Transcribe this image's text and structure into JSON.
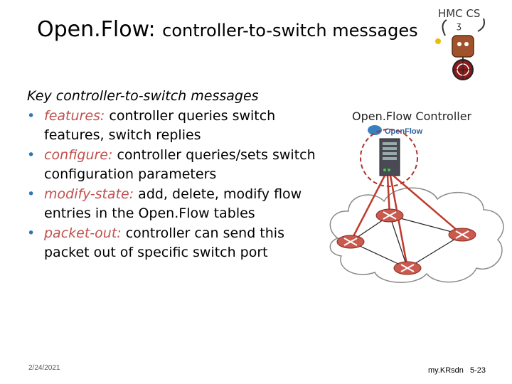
{
  "slide": {
    "title_main": "Open.Flow:",
    "title_sub": "controller-to-switch messages",
    "body_heading": "Key controller-to-switch messages",
    "bullets": [
      {
        "term": "features:",
        "text": "controller queries switch features, switch replies"
      },
      {
        "term": "configure:",
        "text": "controller queries/sets switch configuration parameters"
      },
      {
        "term": "modify-state:",
        "text": "add, delete, modify flow entries in the Open.Flow tables"
      },
      {
        "term": "packet-out:",
        "text": "controller can send this packet out of specific switch port"
      }
    ],
    "bullet_glyph": "•",
    "footer_date": "2/24/2021",
    "footer_source": "my.KRsdn",
    "page_number": "5-23"
  },
  "diagram": {
    "controller_label": "Open.Flow Controller",
    "openflow_logo_text": "OpenFlow",
    "logo_letters": "HMC CS",
    "colors": {
      "link_red": "#c0392b",
      "switch_red": "#c95a50",
      "switch_x": "#ffffff",
      "cloud_stroke": "#8a8a8a",
      "dashed_circle": "#b03030",
      "bullet_blue": "#2e75b6",
      "term_red": "#c0504d"
    }
  }
}
